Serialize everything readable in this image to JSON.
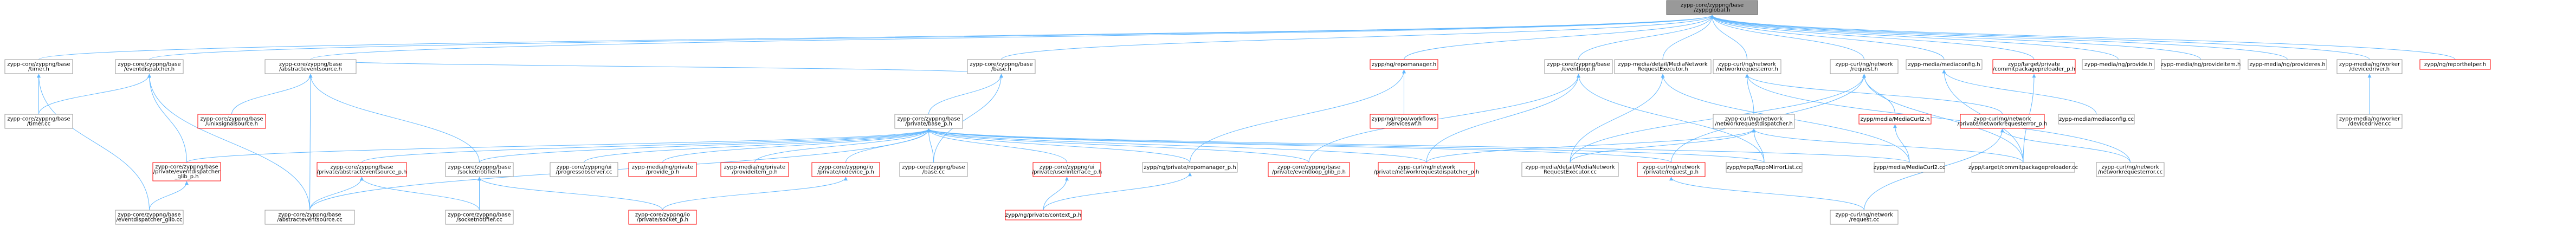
{
  "colors": {
    "node_fill": "#ffffff",
    "node_border_normal": "#999999",
    "node_border_missing": "#ff0000",
    "root_fill": "#999999",
    "root_border": "#666666",
    "edge": "#63b8ff",
    "text": "#000000"
  },
  "nodes": [
    {
      "id": "root",
      "lines": [
        "zypp-core/zyppng/base",
        "/zyppglobal.h"
      ],
      "kind": "root"
    },
    {
      "id": "timer_h",
      "lines": [
        "zypp-core/zyppng/base",
        "/timer.h"
      ],
      "kind": "normal"
    },
    {
      "id": "abstracteventsource_h",
      "lines": [
        "zypp-core/zyppng/base",
        "/abstracteventsource.h"
      ],
      "kind": "normal"
    },
    {
      "id": "eventdispatcher_h",
      "lines": [
        "zypp-core/zyppng/base",
        "/eventdispatcher.h"
      ],
      "kind": "normal"
    },
    {
      "id": "base_h",
      "lines": [
        "zypp-core/zyppng/base",
        "/base.h"
      ],
      "kind": "normal"
    },
    {
      "id": "repomanager_h",
      "lines": [
        "zypp/ng/repomanager.h"
      ],
      "kind": "missing"
    },
    {
      "id": "eventloop_h",
      "lines": [
        "zypp-core/zyppng/base",
        "/eventloop.h"
      ],
      "kind": "normal"
    },
    {
      "id": "mediaexec_h",
      "lines": [
        "zypp-media/detail/MediaNetwork",
        "RequestExecutor.h"
      ],
      "kind": "normal"
    },
    {
      "id": "networkrequesterror_h",
      "lines": [
        "zypp-curl/ng/network",
        "/networkrequesterror.h"
      ],
      "kind": "normal"
    },
    {
      "id": "networkrequest_h",
      "lines": [
        "zypp-curl/ng/network",
        "/request.h"
      ],
      "kind": "normal"
    },
    {
      "id": "mediaconfig_h",
      "lines": [
        "zypp-media/mediaconfig.h"
      ],
      "kind": "normal"
    },
    {
      "id": "commitpackagepreloader_h",
      "lines": [
        "zypp/target/private",
        "/commitpackagepreloader_p.h"
      ],
      "kind": "missing"
    },
    {
      "id": "provide_h",
      "lines": [
        "zypp-media/ng/provide.h"
      ],
      "kind": "normal"
    },
    {
      "id": "provideitem_h",
      "lines": [
        "zypp-media/ng/provideitem.h"
      ],
      "kind": "normal"
    },
    {
      "id": "provideres_h",
      "lines": [
        "zypp-media/ng/provideres.h"
      ],
      "kind": "normal"
    },
    {
      "id": "devicedriver_h",
      "lines": [
        "zypp-media/ng/worker",
        "/devicedriver.h"
      ],
      "kind": "normal"
    },
    {
      "id": "reporthelper_h",
      "lines": [
        "zypp/ng/reporthelper.h"
      ],
      "kind": "missing"
    },
    {
      "id": "timer_cc",
      "lines": [
        "zypp-core/zyppng/base",
        "/timer.cc"
      ],
      "kind": "normal"
    },
    {
      "id": "linuxsignalsource_h",
      "lines": [
        "zypp-core/zyppng/base",
        "/unixsignalsource.h"
      ],
      "kind": "missing"
    },
    {
      "id": "base_p_h",
      "lines": [
        "zypp-core/zyppng/base",
        "/private/base_p.h"
      ],
      "kind": "normal"
    },
    {
      "id": "base_cc",
      "lines": [
        "zypp-core/zyppng/base",
        "/base.cc"
      ],
      "kind": "normal"
    },
    {
      "id": "serviceswf_h",
      "lines": [
        "zypp/ng/repo/workflows",
        "/serviceswf.h"
      ],
      "kind": "missing"
    },
    {
      "id": "networkrequestdispatcher_h",
      "lines": [
        "zypp-curl/ng/network",
        "/networkrequestdispatcher.h"
      ],
      "kind": "normal"
    },
    {
      "id": "mediacurl2_h",
      "lines": [
        "zypp/media/MediaCurl2.h"
      ],
      "kind": "missing"
    },
    {
      "id": "networkrequesterror_p_h",
      "lines": [
        "zypp-curl/ng/network",
        "/private/networkrequesterror_p.h"
      ],
      "kind": "missing"
    },
    {
      "id": "mediaconfig_cc",
      "lines": [
        "zypp-media/mediaconfig.cc"
      ],
      "kind": "normal"
    },
    {
      "id": "devicedriver_cc",
      "lines": [
        "zypp-media/ng/worker",
        "/devicedriver.cc"
      ],
      "kind": "normal"
    },
    {
      "id": "eventdispatcher_glib_p_h",
      "lines": [
        "zypp-core/zyppng/base",
        "/private/eventdispatcher",
        "_glib_p.h"
      ],
      "kind": "missing"
    },
    {
      "id": "abstracteventsource_p_h",
      "lines": [
        "zypp-core/zyppng/base",
        "/private/abstracteventsource_p.h"
      ],
      "kind": "missing"
    },
    {
      "id": "socketnotifier_h",
      "lines": [
        "zypp-core/zyppng/base",
        "/socketnotifier.h"
      ],
      "kind": "normal"
    },
    {
      "id": "progressobserver_cc",
      "lines": [
        "zypp-core/zyppng/ui",
        "/progressobserver.cc"
      ],
      "kind": "normal"
    },
    {
      "id": "provide_p_h",
      "lines": [
        "zypp-media/ng/private",
        "/provide_p.h"
      ],
      "kind": "missing"
    },
    {
      "id": "provideitem_p_h",
      "lines": [
        "zypp-media/ng/private",
        "/provideitem_p.h"
      ],
      "kind": "missing"
    },
    {
      "id": "iodevice_p_h",
      "lines": [
        "zypp-core/zyppng/io",
        "/private/iodevice_p.h"
      ],
      "kind": "missing"
    },
    {
      "id": "userinterface_p_h",
      "lines": [
        "zypp-core/zyppng/ui",
        "/private/userinterface_p.h"
      ],
      "kind": "missing"
    },
    {
      "id": "repomanager_p_h",
      "lines": [
        "zypp/ng/private/repomanager_p.h"
      ],
      "kind": "normal"
    },
    {
      "id": "eventloop_glib_p_h",
      "lines": [
        "zypp-core/zyppng/base",
        "/private/eventloop_glib_p.h"
      ],
      "kind": "missing"
    },
    {
      "id": "networkrequestdispatcher_p_h",
      "lines": [
        "zypp-curl/ng/network",
        "/private/networkrequestdispatcher_p.h"
      ],
      "kind": "missing"
    },
    {
      "id": "mediaexec_cc",
      "lines": [
        "zypp-media/detail/MediaNetwork",
        "RequestExecutor.cc"
      ],
      "kind": "normal"
    },
    {
      "id": "request_p_h",
      "lines": [
        "zypp-curl/ng/network",
        "/private/request_p.h"
      ],
      "kind": "missing"
    },
    {
      "id": "repomirrorlist_cc",
      "lines": [
        "zypp/repo/RepoMirrorList.cc"
      ],
      "kind": "normal"
    },
    {
      "id": "mediacurl2_cc",
      "lines": [
        "zypp/media/MediaCurl2.cc"
      ],
      "kind": "normal"
    },
    {
      "id": "commitpackagepreloader_cc",
      "lines": [
        "zypp/target/commitpackagepreloader.cc"
      ],
      "kind": "normal"
    },
    {
      "id": "networkrequesterror_cc",
      "lines": [
        "zypp-curl/ng/network",
        "/networkrequesterror.cc"
      ],
      "kind": "normal"
    },
    {
      "id": "eventdispatcher_glib_cc",
      "lines": [
        "zypp-core/zyppng/base",
        "/eventdispatcher_glib.cc"
      ],
      "kind": "normal"
    },
    {
      "id": "abstracteventsource_cc",
      "lines": [
        "zypp-core/zyppng/base",
        "/abstracteventsource.cc"
      ],
      "kind": "normal"
    },
    {
      "id": "socketnotifier_cc",
      "lines": [
        "zypp-core/zyppng/base",
        "/socketnotifier.cc"
      ],
      "kind": "normal"
    },
    {
      "id": "socket_p_h",
      "lines": [
        "zypp-core/zyppng/io",
        "/private/socket_p.h"
      ],
      "kind": "missing"
    },
    {
      "id": "context_p_h",
      "lines": [
        "zypp/ng/private/context_p.h"
      ],
      "kind": "missing"
    },
    {
      "id": "request_cc",
      "lines": [
        "zypp-curl/ng/network",
        "/request.cc"
      ],
      "kind": "normal"
    }
  ]
}
